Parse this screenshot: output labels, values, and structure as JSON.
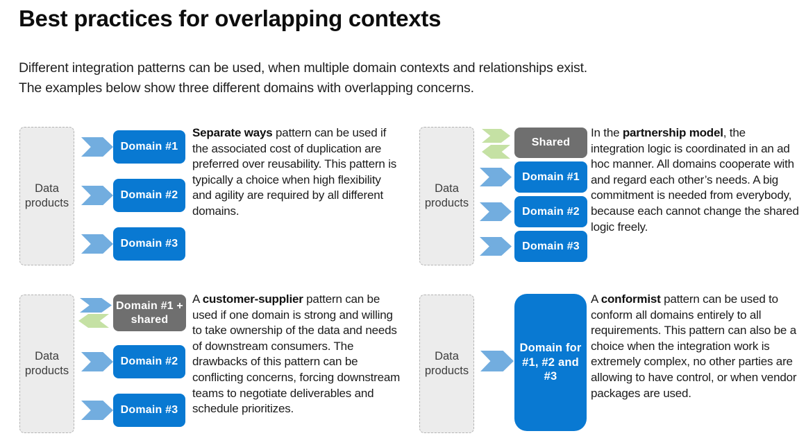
{
  "slide": {
    "title": "Best practices for overlapping contexts",
    "subtitle": "Different integration patterns can be used, when multiple domain contexts and relationships exist.\nThe examples below show three different domains with overlapping concerns."
  },
  "colors": {
    "domain_box_blue": "#0979d2",
    "shared_box_gray": "#6f6f6f",
    "arrow_blue": "#72addf",
    "arrow_green": "#c5e1a4",
    "source_fill": "#ececec",
    "source_border": "#b3b3b3",
    "text": "#1b1b1b"
  },
  "quadrants": [
    {
      "pattern": "Separate ways",
      "source_label": "Data\nproducts",
      "boxes": [
        {
          "label": "Domain #1",
          "color": "blue"
        },
        {
          "label": "Domain #2",
          "color": "blue"
        },
        {
          "label": "Domain #3",
          "color": "blue"
        }
      ],
      "arrows": [
        {
          "direction": "right",
          "color": "blue"
        },
        {
          "direction": "right",
          "color": "blue"
        },
        {
          "direction": "right",
          "color": "blue"
        }
      ],
      "description": [
        {
          "t": "Separate ways",
          "b": true
        },
        {
          "t": " pattern can be used if the associated cost of duplication are preferred over reusability. This pattern is typically a choice when high flexibility and agility are required by all different domains.",
          "b": false
        }
      ]
    },
    {
      "pattern": "Partnership model",
      "source_label": "Data\nproducts",
      "boxes": [
        {
          "label": "Shared",
          "color": "gray"
        },
        {
          "label": "Domain #1",
          "color": "blue"
        },
        {
          "label": "Domain #2",
          "color": "blue"
        },
        {
          "label": "Domain #3",
          "color": "blue"
        }
      ],
      "arrows": [
        {
          "direction": "right",
          "color": "green"
        },
        {
          "direction": "left",
          "color": "green"
        },
        {
          "direction": "right",
          "color": "blue"
        },
        {
          "direction": "right",
          "color": "blue"
        },
        {
          "direction": "right",
          "color": "blue"
        }
      ],
      "description": [
        {
          "t": "In the ",
          "b": false
        },
        {
          "t": "partnership model",
          "b": true
        },
        {
          "t": ", the integration logic is coordinated in an ad hoc manner. All domains cooperate with and regard each other’s needs. A big commitment is needed from everybody, because each cannot change the shared logic freely.",
          "b": false
        }
      ]
    },
    {
      "pattern": "Customer-supplier",
      "source_label": "Data\nproducts",
      "boxes": [
        {
          "label": "Domain #1 +\nshared",
          "color": "gray"
        },
        {
          "label": "Domain #2",
          "color": "blue"
        },
        {
          "label": "Domain #3",
          "color": "blue"
        }
      ],
      "arrows": [
        {
          "direction": "right",
          "color": "blue"
        },
        {
          "direction": "left",
          "color": "green"
        },
        {
          "direction": "right",
          "color": "blue"
        },
        {
          "direction": "right",
          "color": "blue"
        }
      ],
      "description": [
        {
          "t": "A ",
          "b": false
        },
        {
          "t": "customer-supplier",
          "b": true
        },
        {
          "t": " pattern can be used if one domain is strong and willing to take ownership of the data and needs of downstream consumers. The drawbacks of this pattern can be conflicting concerns, forcing downstream teams to negotiate deliverables and schedule prioritizes.",
          "b": false
        }
      ]
    },
    {
      "pattern": "Conformist",
      "source_label": "Data\nproducts",
      "boxes": [
        {
          "label": "Domain for\n#1, #2 and\n#3",
          "color": "blue"
        }
      ],
      "arrows": [
        {
          "direction": "right",
          "color": "blue"
        }
      ],
      "description": [
        {
          "t": "A ",
          "b": false
        },
        {
          "t": "conformist",
          "b": true
        },
        {
          "t": " pattern can be used to conform all domains entirely to all requirements. This pattern can also be a choice when the integration work is extremely complex, no other parties are allowing to have control, or when vendor packages are used.",
          "b": false
        }
      ]
    }
  ]
}
